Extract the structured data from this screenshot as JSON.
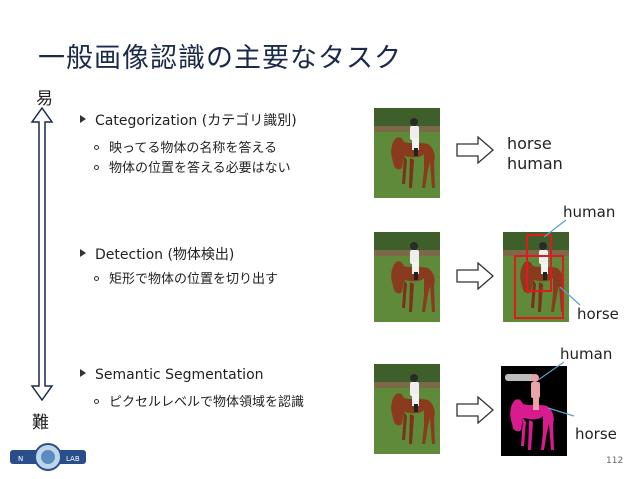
{
  "slide": {
    "title": "一般画像認識の主要なタスク",
    "easy_label": "易",
    "hard_label": "難",
    "page_number": "112",
    "logo_text": "N LAB"
  },
  "tasks": [
    {
      "name": "Categorization (カテゴリ識別)",
      "sub": [
        "映ってる物体の名称を答える",
        "物体の位置を答える必要はない"
      ],
      "outputs": [
        "horse",
        "human"
      ]
    },
    {
      "name": "Detection (物体検出)",
      "sub": [
        "矩形で物体の位置を切り出す"
      ],
      "outputs": [
        "human",
        "horse"
      ]
    },
    {
      "name": "Semantic Segmentation",
      "sub": [
        "ピクセルレベルで物体領域を認識"
      ],
      "outputs": [
        "human",
        "horse"
      ]
    }
  ],
  "colors": {
    "title": "#1b2a4a",
    "box": "#e0191f",
    "seg_horse": "#d81b8f",
    "seg_human": "#e8a4a8",
    "seg_bg": "#000000",
    "grass": "#5f8a3a",
    "horse": "#8a3b1e"
  }
}
